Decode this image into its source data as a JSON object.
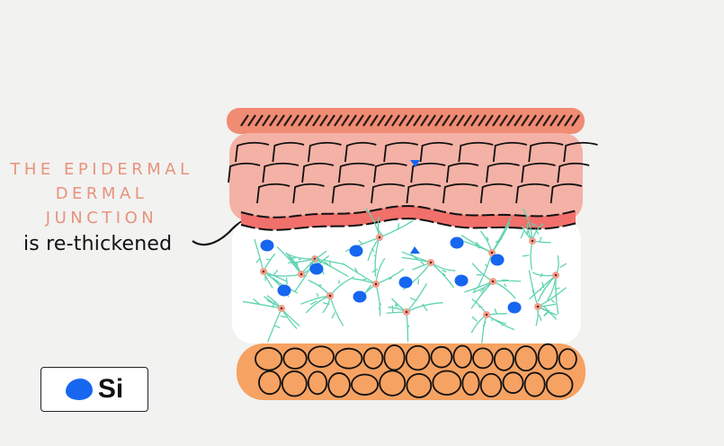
{
  "annotation": {
    "title_lines": [
      "THE EPIDERMAL",
      "DERMAL",
      "JUNCTION"
    ],
    "subtitle": "is re-thickened"
  },
  "logo": {
    "text": "Si",
    "icon": "blue-blob-icon"
  },
  "colors": {
    "background": "#f2f2f1",
    "title": "#e8937c",
    "stratum_corneum": "#f08b74",
    "epidermis": "#f4b1a5",
    "junction": "#f1706c",
    "dermis": "#ffffff",
    "collagen": "#5fd3b0",
    "fibroblast": "#f0a08c",
    "blue_cells": "#1766f0",
    "fat": "#f6a262"
  }
}
